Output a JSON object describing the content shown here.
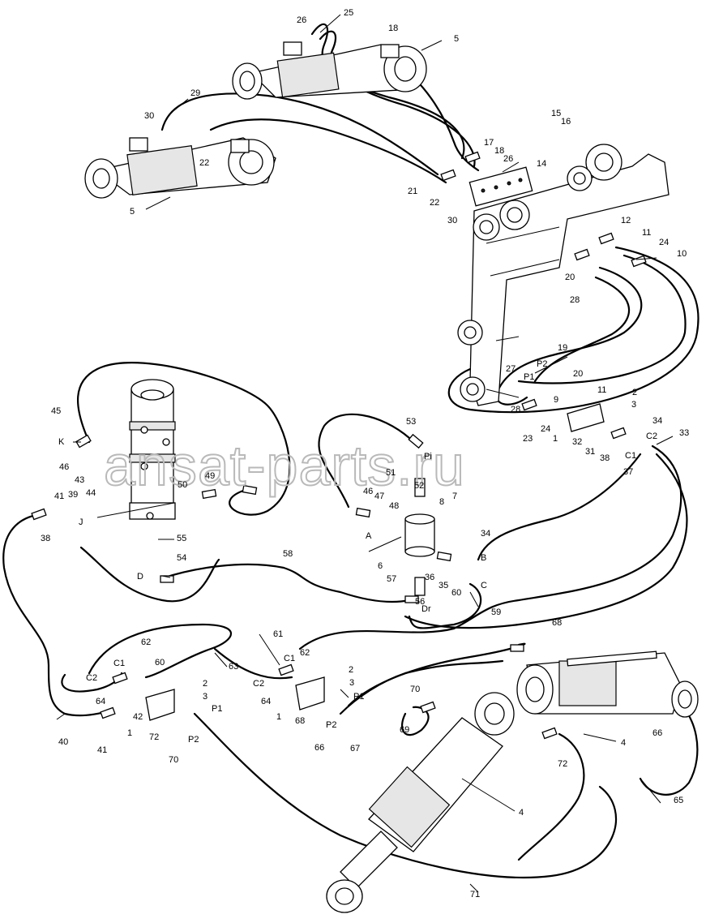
{
  "watermark": "ansat-parts.ru",
  "labels": [
    {
      "id": "l25",
      "text": "25"
    },
    {
      "id": "l26a",
      "text": "26"
    },
    {
      "id": "l18a",
      "text": "18"
    },
    {
      "id": "l5a",
      "text": "5"
    },
    {
      "id": "l29",
      "text": "29"
    },
    {
      "id": "l30a",
      "text": "30"
    },
    {
      "id": "l22a",
      "text": "22"
    },
    {
      "id": "l5b",
      "text": "5"
    },
    {
      "id": "l15",
      "text": "15"
    },
    {
      "id": "l16",
      "text": "16"
    },
    {
      "id": "l17",
      "text": "17"
    },
    {
      "id": "l18b",
      "text": "18"
    },
    {
      "id": "l26b",
      "text": "26"
    },
    {
      "id": "l14",
      "text": "14"
    },
    {
      "id": "l21",
      "text": "21"
    },
    {
      "id": "l22b",
      "text": "22"
    },
    {
      "id": "l30b",
      "text": "30"
    },
    {
      "id": "l12",
      "text": "12"
    },
    {
      "id": "l11a",
      "text": "11"
    },
    {
      "id": "l24a",
      "text": "24"
    },
    {
      "id": "l10",
      "text": "10"
    },
    {
      "id": "l20a",
      "text": "20"
    },
    {
      "id": "l28a",
      "text": "28"
    },
    {
      "id": "l19",
      "text": "19"
    },
    {
      "id": "lP2a",
      "text": "P2"
    },
    {
      "id": "l27",
      "text": "27"
    },
    {
      "id": "lP1a",
      "text": "P1"
    },
    {
      "id": "l20b",
      "text": "20"
    },
    {
      "id": "l2a",
      "text": "2"
    },
    {
      "id": "l11b",
      "text": "11"
    },
    {
      "id": "l3a",
      "text": "3"
    },
    {
      "id": "l28b",
      "text": "28"
    },
    {
      "id": "l9",
      "text": "9"
    },
    {
      "id": "l24b",
      "text": "24"
    },
    {
      "id": "l23",
      "text": "23"
    },
    {
      "id": "l1a",
      "text": "1"
    },
    {
      "id": "l32",
      "text": "32"
    },
    {
      "id": "l34a",
      "text": "34"
    },
    {
      "id": "l33",
      "text": "33"
    },
    {
      "id": "lC2a",
      "text": "C2"
    },
    {
      "id": "l31",
      "text": "31"
    },
    {
      "id": "lC1a",
      "text": "C1"
    },
    {
      "id": "l38a",
      "text": "38"
    },
    {
      "id": "l37",
      "text": "37"
    },
    {
      "id": "l45",
      "text": "45"
    },
    {
      "id": "lK",
      "text": "K"
    },
    {
      "id": "l46a",
      "text": "46"
    },
    {
      "id": "l43",
      "text": "43"
    },
    {
      "id": "l44",
      "text": "44"
    },
    {
      "id": "l41a",
      "text": "41"
    },
    {
      "id": "l39",
      "text": "39"
    },
    {
      "id": "lJ",
      "text": "J"
    },
    {
      "id": "l38b",
      "text": "38"
    },
    {
      "id": "l50",
      "text": "50"
    },
    {
      "id": "l49",
      "text": "49"
    },
    {
      "id": "l55",
      "text": "55"
    },
    {
      "id": "l54",
      "text": "54"
    },
    {
      "id": "lD",
      "text": "D"
    },
    {
      "id": "l53",
      "text": "53"
    },
    {
      "id": "lPi",
      "text": "Pi"
    },
    {
      "id": "l51",
      "text": "51"
    },
    {
      "id": "l52",
      "text": "52"
    },
    {
      "id": "l46b",
      "text": "46"
    },
    {
      "id": "l47",
      "text": "47"
    },
    {
      "id": "l48",
      "text": "48"
    },
    {
      "id": "l7",
      "text": "7"
    },
    {
      "id": "l8",
      "text": "8"
    },
    {
      "id": "lA",
      "text": "A"
    },
    {
      "id": "l6",
      "text": "6"
    },
    {
      "id": "l34b",
      "text": "34"
    },
    {
      "id": "lB",
      "text": "B"
    },
    {
      "id": "l36",
      "text": "36"
    },
    {
      "id": "l35",
      "text": "35"
    },
    {
      "id": "l60a",
      "text": "60"
    },
    {
      "id": "lC",
      "text": "C"
    },
    {
      "id": "l57",
      "text": "57"
    },
    {
      "id": "l56",
      "text": "56"
    },
    {
      "id": "lDr",
      "text": "Dr"
    },
    {
      "id": "l58",
      "text": "58"
    },
    {
      "id": "l59",
      "text": "59"
    },
    {
      "id": "l62a",
      "text": "62"
    },
    {
      "id": "lC1b",
      "text": "C1"
    },
    {
      "id": "l60b",
      "text": "60"
    },
    {
      "id": "lC2b",
      "text": "C2"
    },
    {
      "id": "l64a",
      "text": "64"
    },
    {
      "id": "l42",
      "text": "42"
    },
    {
      "id": "l2b",
      "text": "2"
    },
    {
      "id": "l3b",
      "text": "3"
    },
    {
      "id": "l1b",
      "text": "1"
    },
    {
      "id": "l72a",
      "text": "72"
    },
    {
      "id": "l70a",
      "text": "70"
    },
    {
      "id": "lP2b",
      "text": "P2"
    },
    {
      "id": "lP1b",
      "text": "P1"
    },
    {
      "id": "l40",
      "text": "40"
    },
    {
      "id": "l41b",
      "text": "41"
    },
    {
      "id": "l63",
      "text": "63"
    },
    {
      "id": "l61",
      "text": "61"
    },
    {
      "id": "lC1c",
      "text": "C1"
    },
    {
      "id": "l62b",
      "text": "62"
    },
    {
      "id": "lC2c",
      "text": "C2"
    },
    {
      "id": "l2c",
      "text": "2"
    },
    {
      "id": "l3c",
      "text": "3"
    },
    {
      "id": "l64b",
      "text": "64"
    },
    {
      "id": "l1c",
      "text": "1"
    },
    {
      "id": "l68a",
      "text": "68"
    },
    {
      "id": "lP2c",
      "text": "P2"
    },
    {
      "id": "lP1c",
      "text": "P1"
    },
    {
      "id": "l66a",
      "text": "66"
    },
    {
      "id": "l67",
      "text": "67"
    },
    {
      "id": "l70b",
      "text": "70"
    },
    {
      "id": "l69",
      "text": "69"
    },
    {
      "id": "l68b",
      "text": "68"
    },
    {
      "id": "l66b",
      "text": "66"
    },
    {
      "id": "l4a",
      "text": "4"
    },
    {
      "id": "l72b",
      "text": "72"
    },
    {
      "id": "l65",
      "text": "65"
    },
    {
      "id": "l4b",
      "text": "4"
    },
    {
      "id": "l71",
      "text": "71"
    }
  ]
}
